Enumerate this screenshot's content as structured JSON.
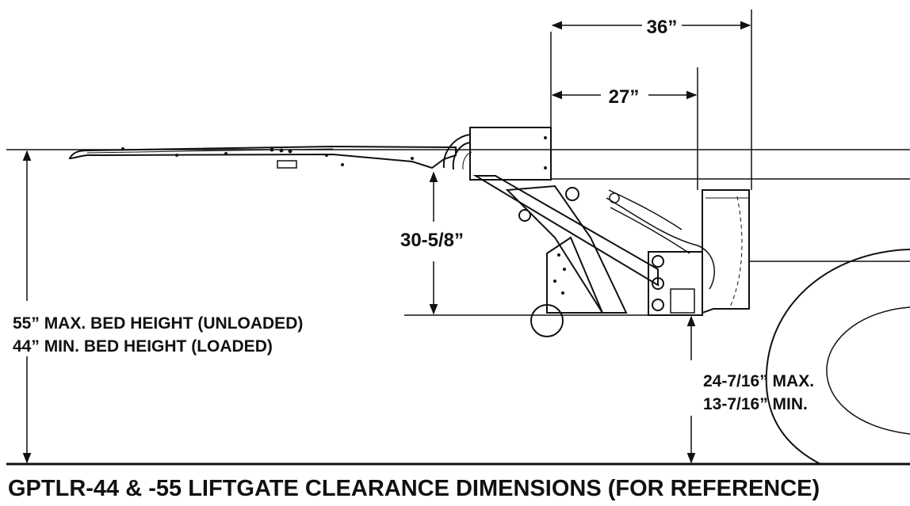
{
  "title": "GPTLR-44 & -55 LIFTGATE CLEARANCE DIMENSIONS (FOR REFERENCE)",
  "dimensions": {
    "overall_width": "36”",
    "mechanism_width": "27”",
    "platform_drop": "30-5/8”",
    "bed_height_max": "55” MAX. BED HEIGHT (UNLOADED)",
    "bed_height_min": "44” MIN. BED HEIGHT  (LOADED)",
    "ground_clearance_max": "24-7/16” MAX.",
    "ground_clearance_min": "13-7/16” MIN."
  }
}
